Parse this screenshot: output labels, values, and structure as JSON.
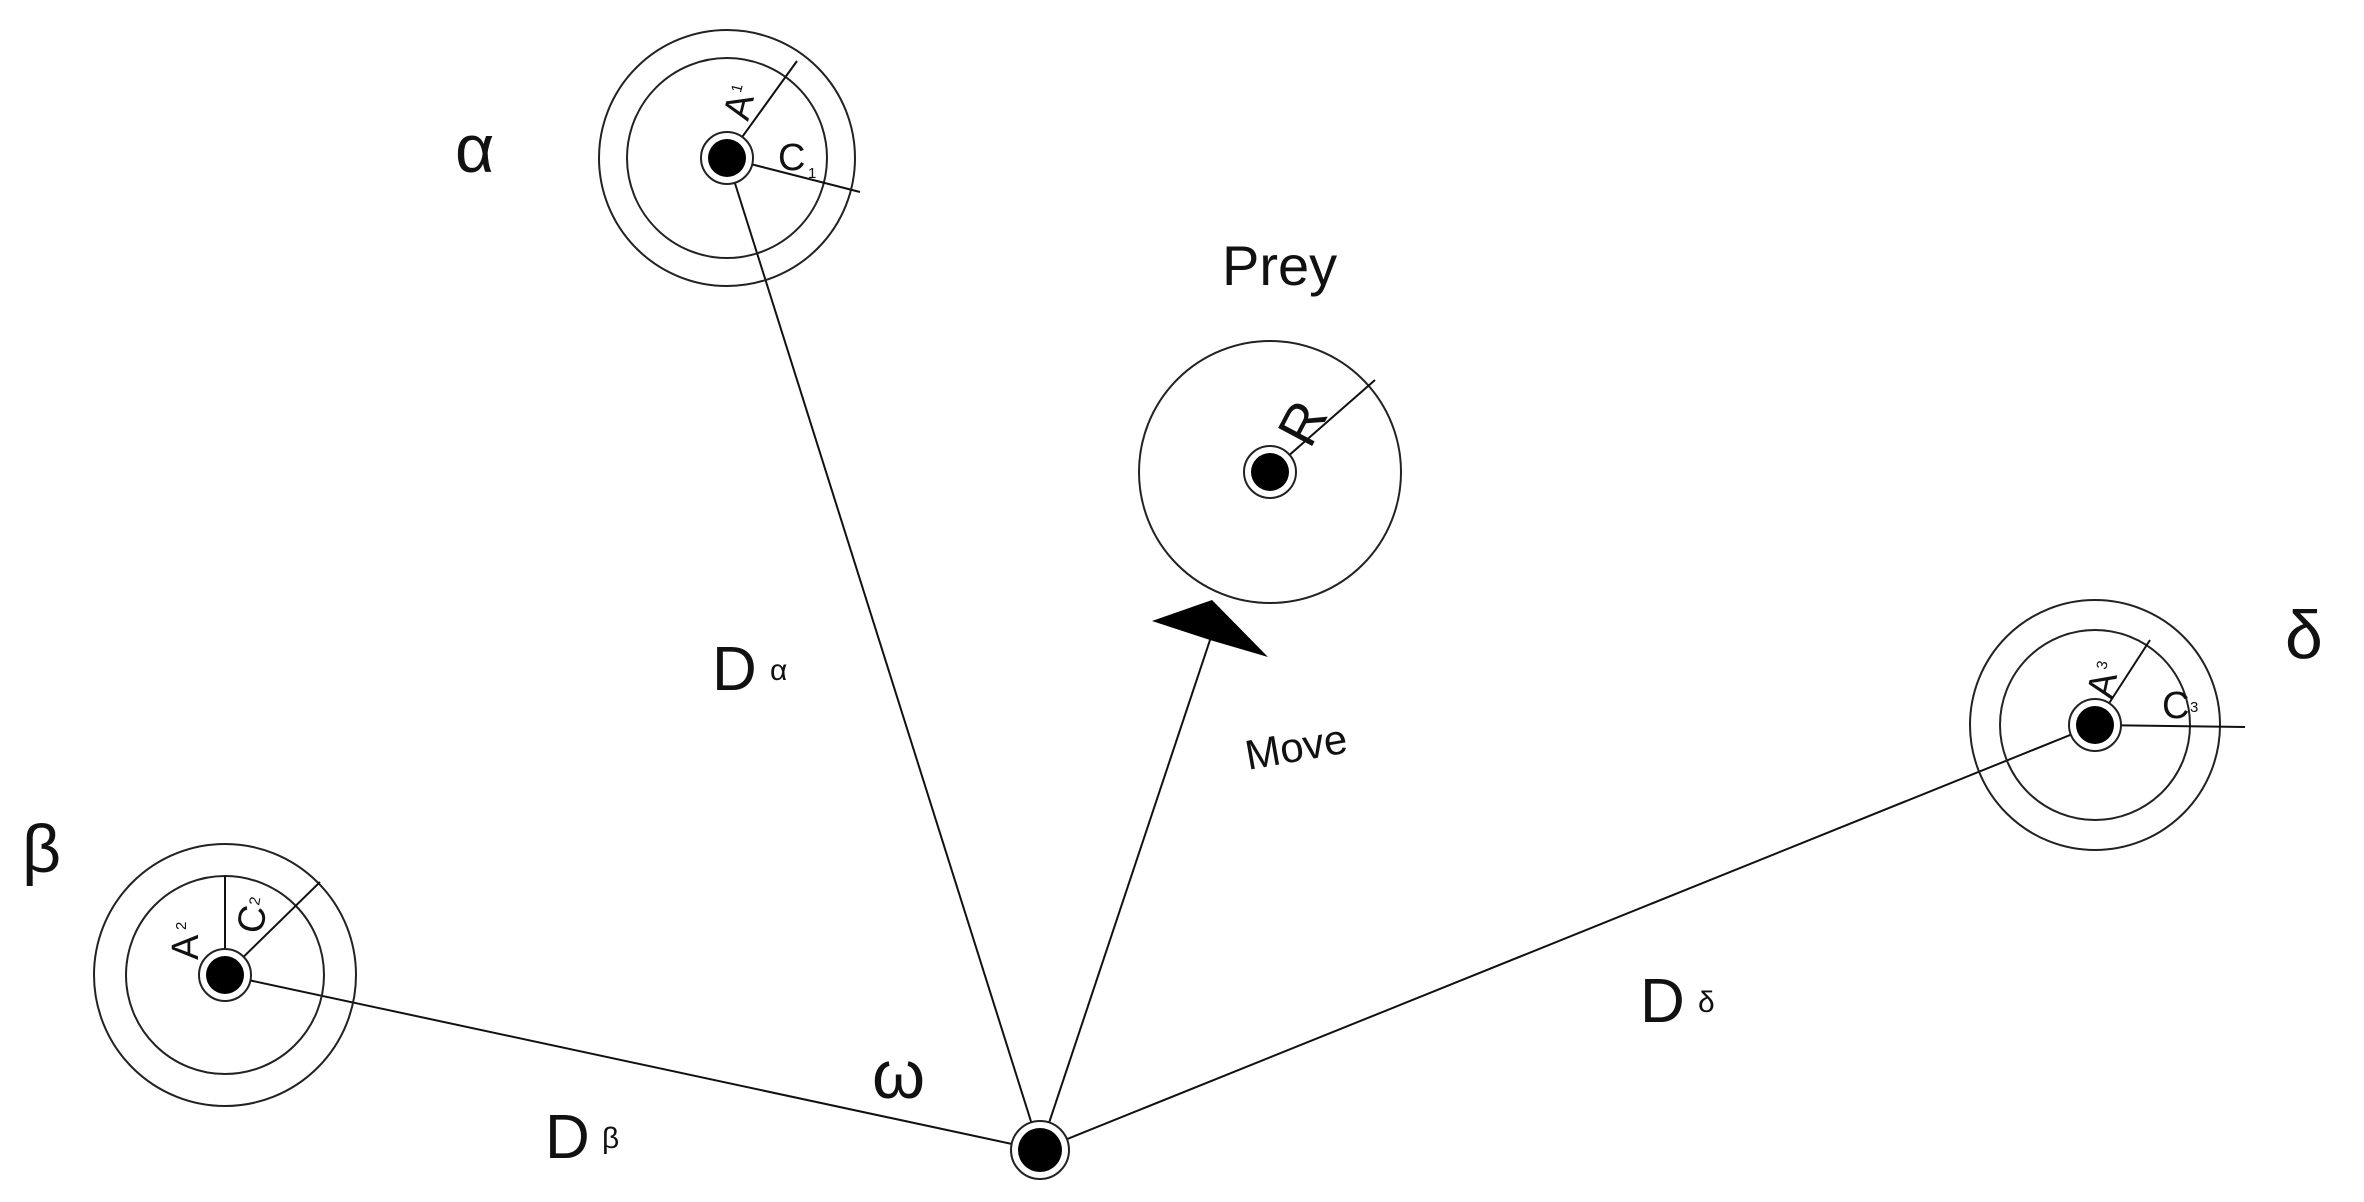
{
  "diagram": {
    "agents": {
      "alpha": {
        "symbol": "α",
        "coef_a": "A",
        "coef_a_sub": "1",
        "coef_c": "C",
        "coef_c_sub": "1"
      },
      "beta": {
        "symbol": "β",
        "coef_a": "A",
        "coef_a_sub": "2",
        "coef_c": "C",
        "coef_c_sub": "2"
      },
      "delta": {
        "symbol": "δ",
        "coef_a": "A",
        "coef_a_sub": "3",
        "coef_c": "C",
        "coef_c_sub": "3"
      },
      "omega": {
        "symbol": "ω"
      }
    },
    "prey": {
      "label": "Prey",
      "radius_label": "R"
    },
    "distances": {
      "alpha": {
        "main": "D",
        "sub": "α"
      },
      "beta": {
        "main": "D",
        "sub": "β"
      },
      "delta": {
        "main": "D",
        "sub": "δ"
      }
    },
    "move_label": "Move",
    "colors": {
      "ink": "#111111",
      "dot": "#000000",
      "background": "#ffffff"
    }
  }
}
